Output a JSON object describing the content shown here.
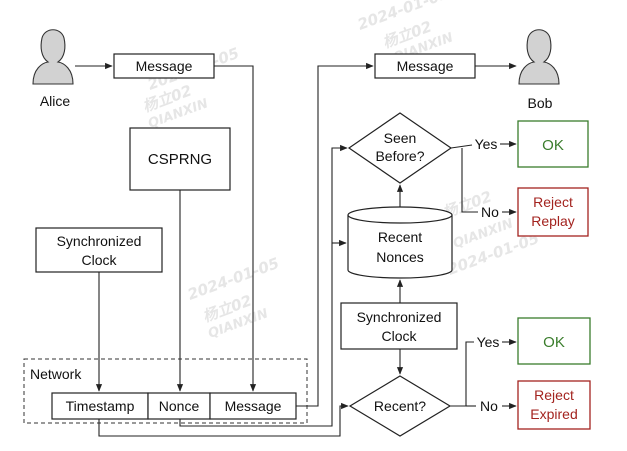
{
  "actors": {
    "alice": "Alice",
    "bob": "Bob"
  },
  "nodes": {
    "message_top_left": "Message",
    "message_top_right": "Message",
    "csprng": "CSPRNG",
    "sync_clock_left_1": "Synchronized",
    "sync_clock_left_2": "Clock",
    "sync_clock_right_1": "Synchronized",
    "sync_clock_right_2": "Clock",
    "network": "Network",
    "packet_timestamp": "Timestamp",
    "packet_nonce": "Nonce",
    "packet_message": "Message",
    "seen_before_1": "Seen",
    "seen_before_2": "Before?",
    "recent_nonces_1": "Recent",
    "recent_nonces_2": "Nonces",
    "recent_check": "Recent?",
    "ok_1": "OK",
    "ok_2": "OK",
    "reject_replay_1": "Reject",
    "reject_replay_2": "Replay",
    "reject_expired_1": "Reject",
    "reject_expired_2": "Expired"
  },
  "edges": {
    "yes_1": "Yes",
    "no_1": "No",
    "yes_2": "Yes",
    "no_2": "No"
  },
  "watermark": {
    "date": "2024-01-05",
    "name": "杨立02",
    "org": "QIANXIN"
  },
  "colors": {
    "ok_green": "#3a7d2c",
    "reject_red": "#a3231f",
    "stroke": "#222222"
  }
}
